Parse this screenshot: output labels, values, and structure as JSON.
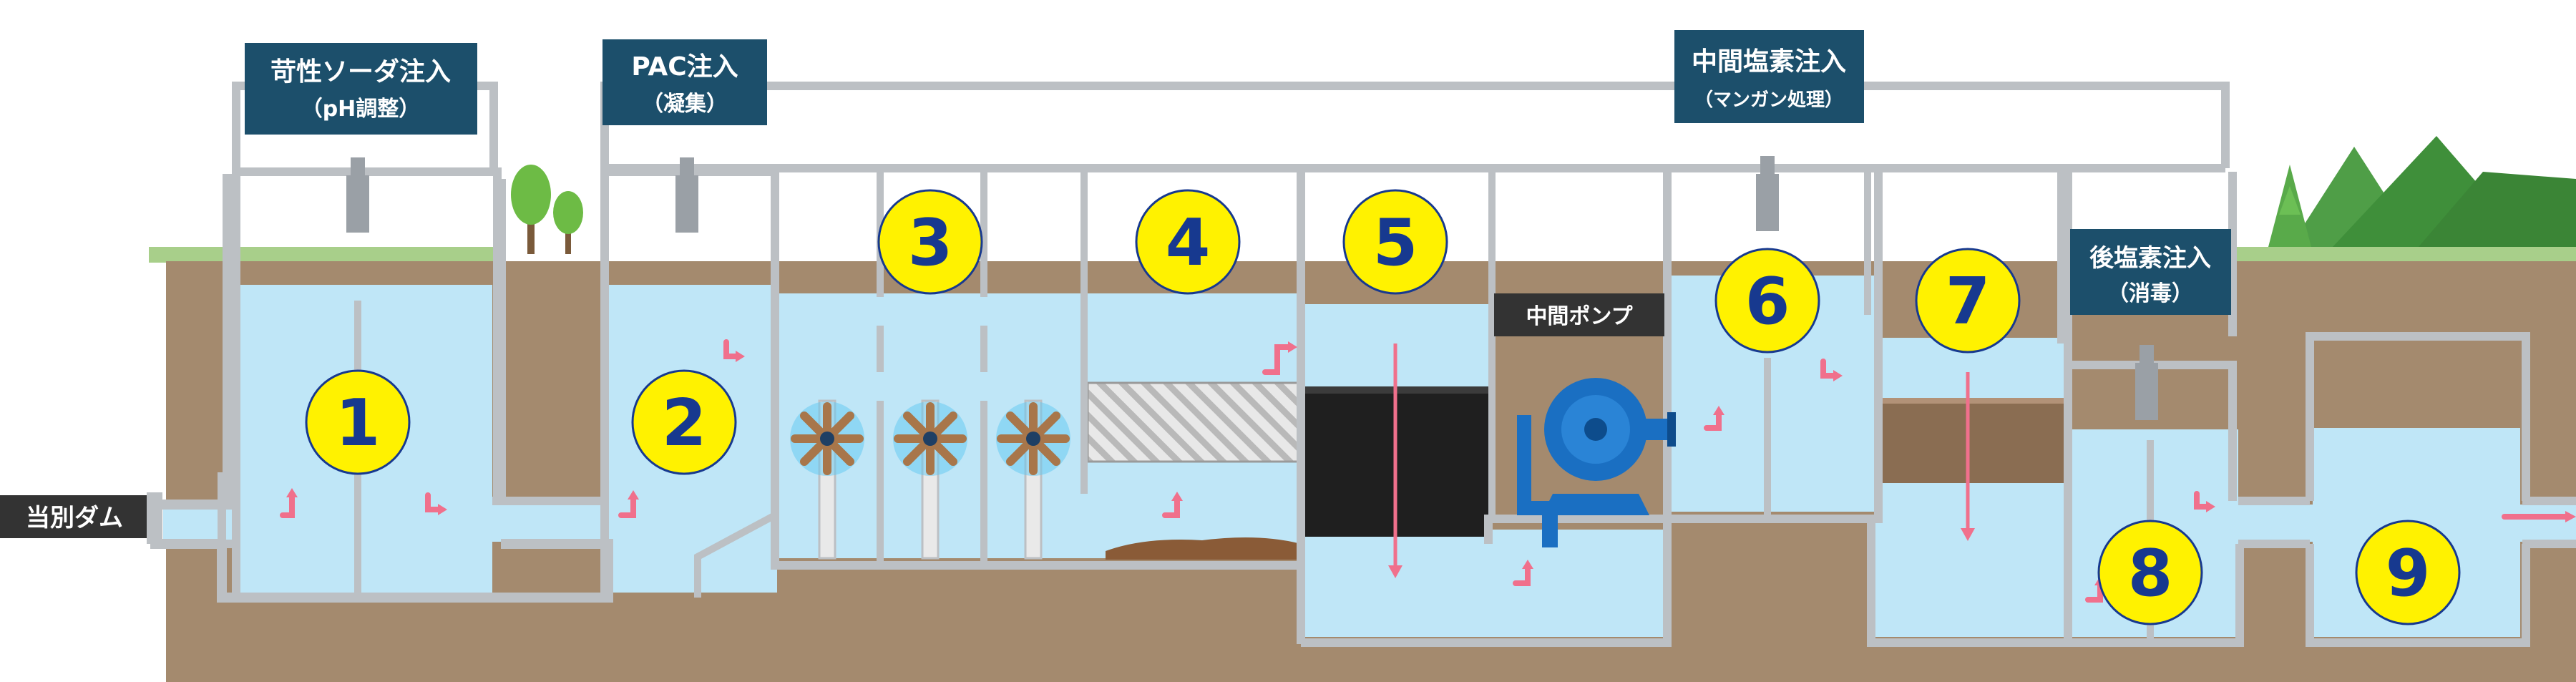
{
  "labels": {
    "caustic_main": "苛性ソーダ注入",
    "caustic_sub": "（pH調整）",
    "pac_main": "PAC注入",
    "pac_sub": "（凝集）",
    "mid_chlorine_main": "中間塩素注入",
    "mid_chlorine_sub": "（マンガン処理）",
    "post_chlorine_main": "後塩素注入",
    "post_chlorine_sub": "（消毒）",
    "pump": "中間ポンプ",
    "dam": "当別ダム"
  },
  "stages": [
    "1",
    "2",
    "3",
    "4",
    "5",
    "6",
    "7",
    "8",
    "9"
  ],
  "colors": {
    "water": "#bfe6f7",
    "ground": "#a48a6e",
    "grass": "#a8cf8a",
    "wall": "#bcc0c4",
    "label_bg": "#1c4f6b",
    "number_fill": "#fff200",
    "number_text": "#17398f",
    "arrow": "#f0708c"
  }
}
